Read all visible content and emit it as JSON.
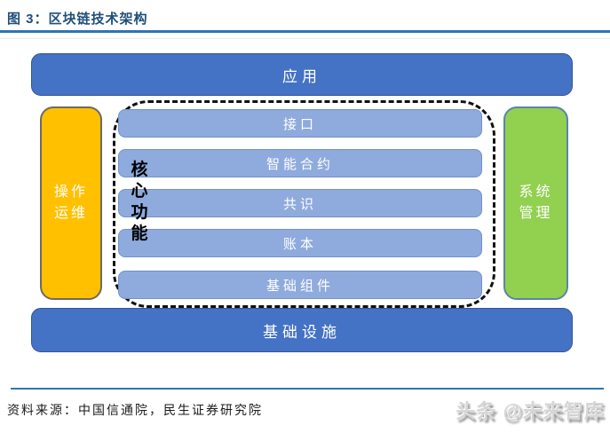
{
  "header": {
    "title": "图 3：区块链技术架构"
  },
  "diagram": {
    "application_bar": "应用",
    "infrastructure_bar": "基础设施",
    "operations_bar": [
      "操作",
      "运维"
    ],
    "system_mgmt_bar": [
      "系统",
      "管理"
    ],
    "core_function_label": [
      "核",
      "心",
      "功",
      "能"
    ],
    "core_layers": [
      "接口",
      "智能合约",
      "共识",
      "账本",
      "基础组件"
    ],
    "colors": {
      "primary_blue": "#4472C4",
      "layer_blue": "#8FAADC",
      "operations_orange": "#FFC000",
      "system_green": "#92D050",
      "title_blue": "#1F4E79",
      "rule_blue": "#2E75B6"
    }
  },
  "footer": {
    "source": "资料来源：中国信通院，民生证券研究院",
    "watermark": "头条 @未来智库"
  }
}
